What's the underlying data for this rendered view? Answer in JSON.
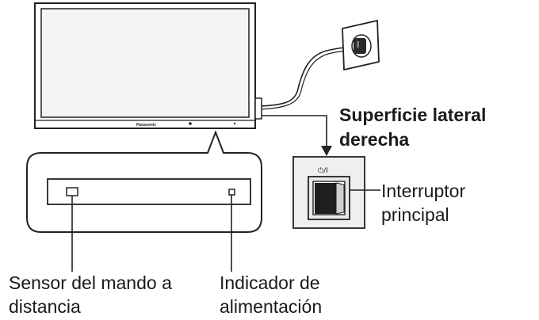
{
  "labels": {
    "side_heading_line1": "Superficie lateral",
    "side_heading_line2": "derecha",
    "power_switch_line1": "Interruptor",
    "power_switch_line2": "principal",
    "remote_sensor_line1": "Sensor del mando a",
    "remote_sensor_line2": "distancia",
    "power_indicator_line1": "Indicador de",
    "power_indicator_line2": "alimentación",
    "brand_mark": "Panasonic",
    "switch_symbol": "⏻/I"
  },
  "colors": {
    "line": "#222222",
    "panel_fill": "#efefef",
    "screen_fill": "#f4f4f4",
    "switch_fill": "#e8e8e8"
  }
}
